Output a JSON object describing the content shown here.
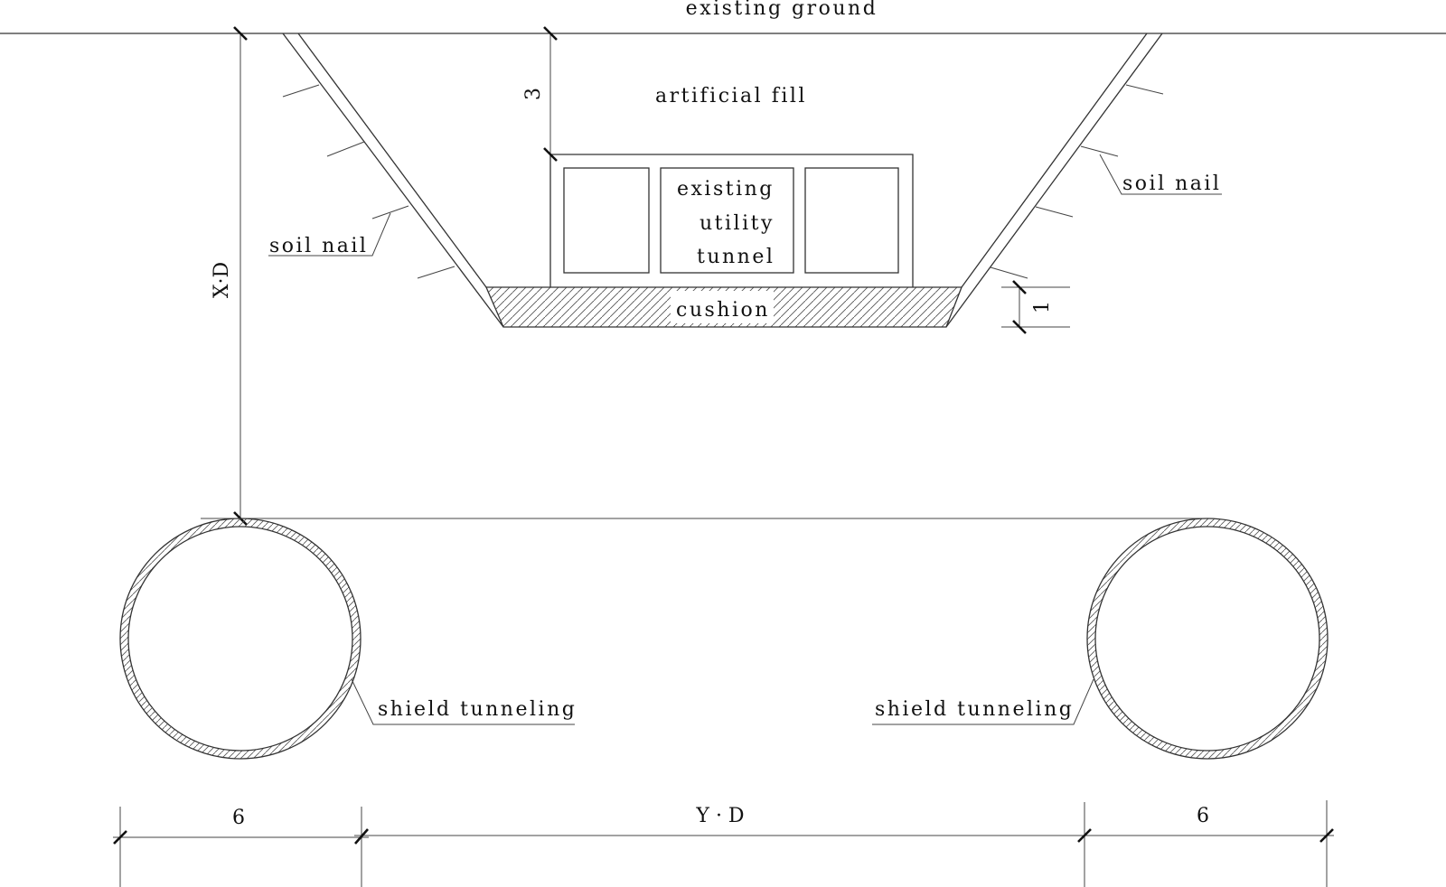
{
  "diagram": {
    "labels": {
      "existing_ground": "existing ground",
      "artificial_fill": "artificial fill",
      "utility_tunnel_line1": "existing",
      "utility_tunnel_line2": "utility",
      "utility_tunnel_line3": "tunnel",
      "cushion": "cushion",
      "soil_nail_left": "soil nail",
      "soil_nail_right": "soil nail",
      "shield_tunneling_left": "shield tunneling",
      "shield_tunneling_right": "shield tunneling"
    },
    "dimensions": {
      "fill_depth": "3",
      "cushion_thickness": "1",
      "depth_to_tunnel": "X·D",
      "left_tunnel_diameter": "6",
      "tunnel_spacing": "Y · D",
      "right_tunnel_diameter": "6"
    },
    "colors": {
      "line": "#333333",
      "text": "#111111",
      "background": "#ffffff"
    }
  }
}
